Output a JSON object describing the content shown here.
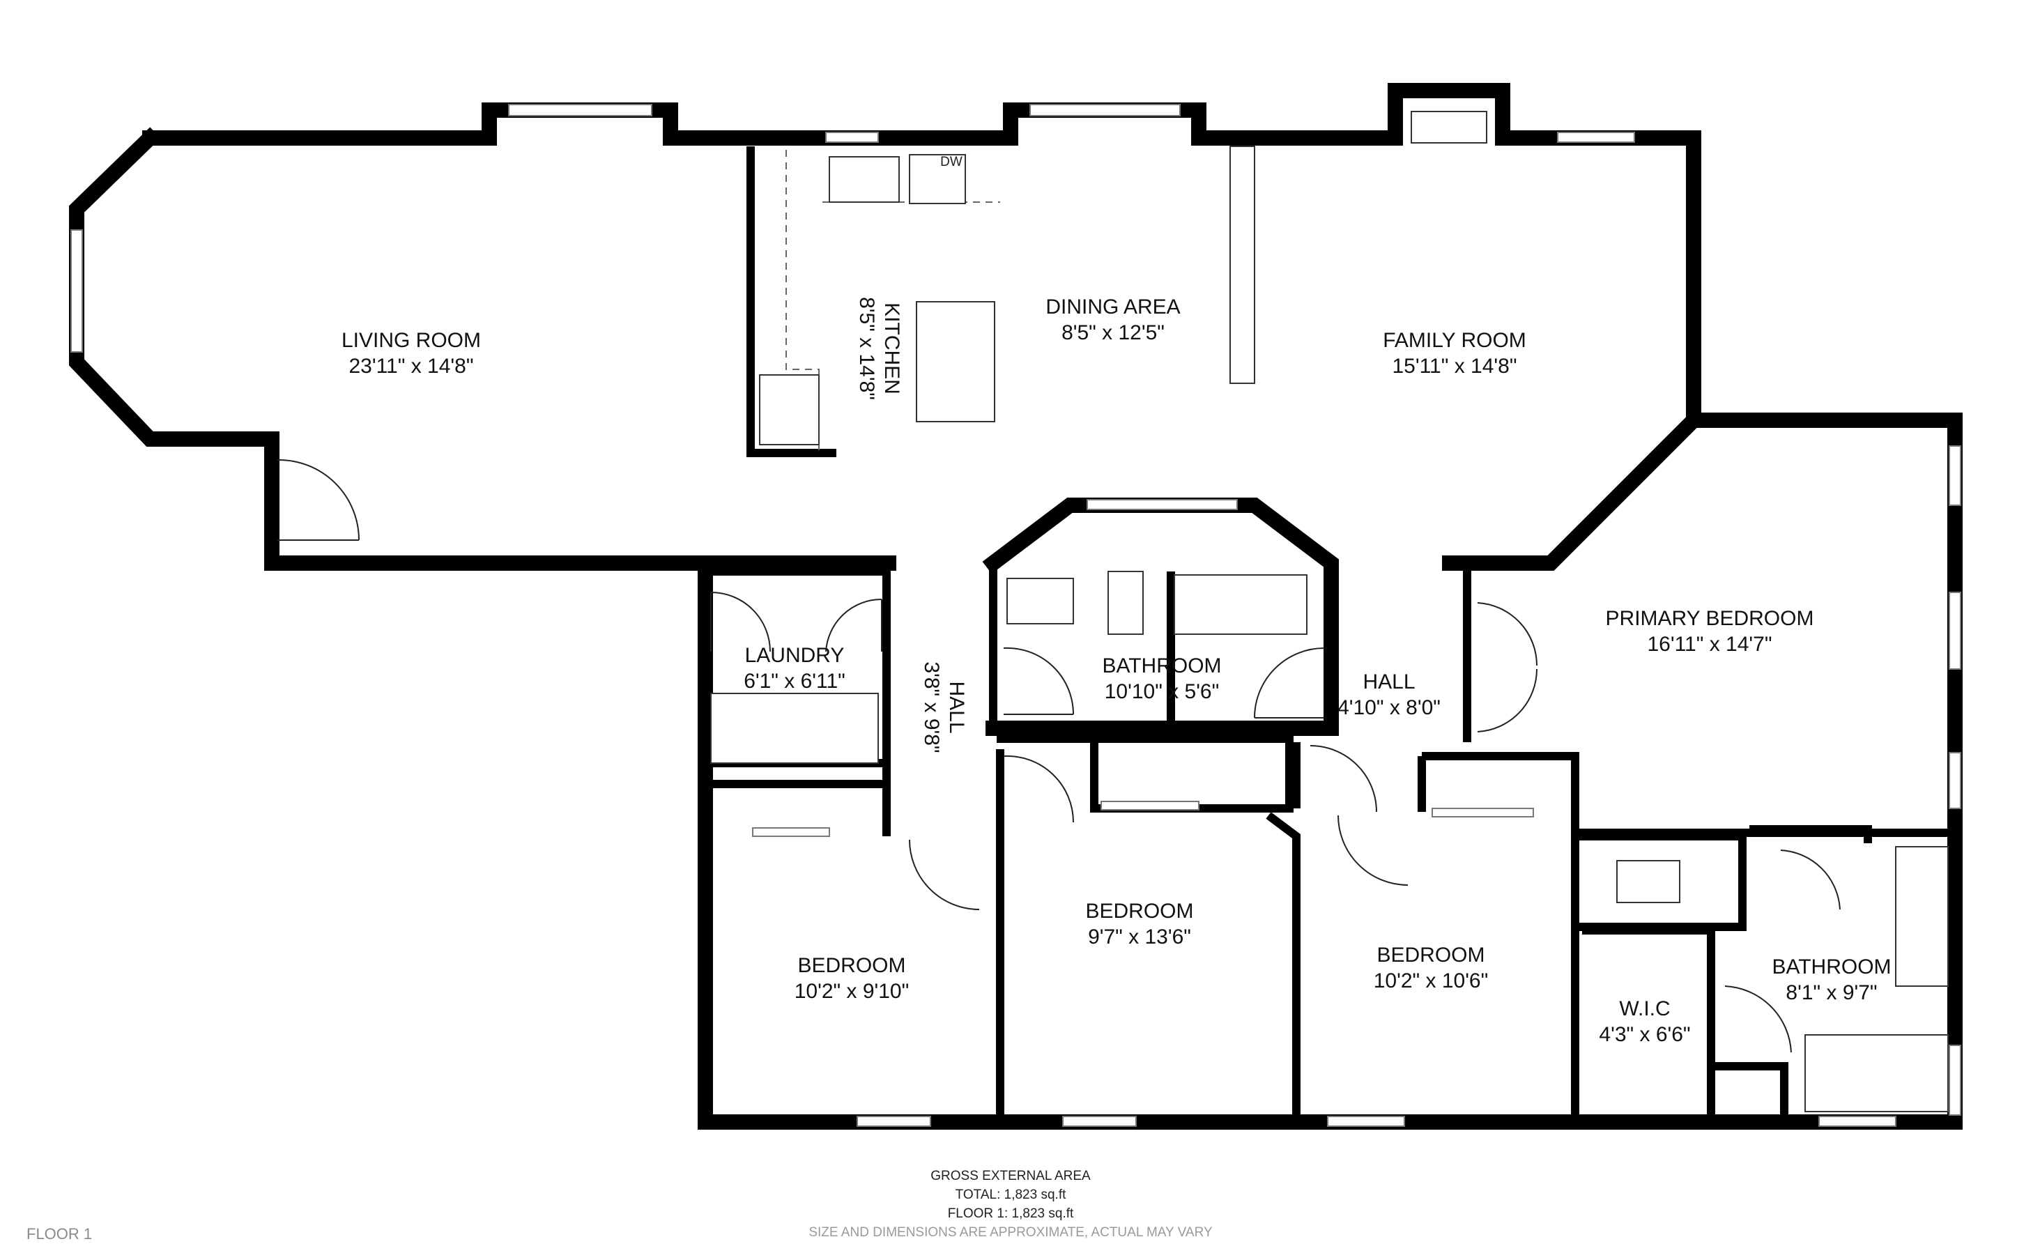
{
  "rooms": {
    "living": {
      "name": "LIVING ROOM",
      "dims": "23'11\" x 14'8\""
    },
    "kitchen": {
      "name": "KITCHEN",
      "dims": "8'5\" x 14'8\""
    },
    "dining": {
      "name": "DINING AREA",
      "dims": "8'5\" x 12'5\""
    },
    "family": {
      "name": "FAMILY ROOM",
      "dims": "15'11\" x 14'8\""
    },
    "primary_bedroom": {
      "name": "PRIMARY BEDROOM",
      "dims": "16'11\" x 14'7\""
    },
    "laundry": {
      "name": "LAUNDRY",
      "dims": "6'1\" x 6'11\""
    },
    "hall_west": {
      "name": "HALL",
      "dims": "3'8\" x 9'8\""
    },
    "bathroom_center": {
      "name": "BATHROOM",
      "dims": "10'10\" x 5'6\""
    },
    "hall_east": {
      "name": "HALL",
      "dims": "4'10\" x 8'0\""
    },
    "bedroom_sw": {
      "name": "BEDROOM",
      "dims": "10'2\" x 9'10\""
    },
    "bedroom_center": {
      "name": "BEDROOM",
      "dims": "9'7\" x 13'6\""
    },
    "bedroom_se": {
      "name": "BEDROOM",
      "dims": "10'2\" x 10'6\""
    },
    "wic": {
      "name": "W.I.C",
      "dims": "4'3\" x 6'6\""
    },
    "bathroom_primary": {
      "name": "BATHROOM",
      "dims": "8'1\" x 9'7\""
    }
  },
  "fixtures": {
    "dishwasher_label": "DW"
  },
  "footer": {
    "area_heading": "GROSS EXTERNAL AREA",
    "total": "TOTAL: 1,823 sq.ft",
    "floor_area": "FLOOR 1: 1,823 sq.ft",
    "disclaimer": "SIZE AND DIMENSIONS ARE APPROXIMATE, ACTUAL MAY VARY",
    "floor_label": "FLOOR 1"
  },
  "colors": {
    "wall": "#000000",
    "background": "#ffffff",
    "text": "#111111",
    "muted_text": "#9a9a9a"
  }
}
